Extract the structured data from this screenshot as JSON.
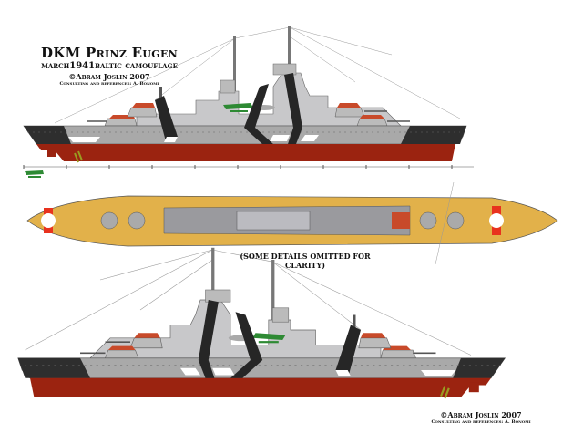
{
  "title": {
    "ship_name": "DKM Prinz Eugen",
    "scheme": "march1941baltic camouflage",
    "author": "©Abram Joslin 2007",
    "consulting": "Consulting and references: A. Bonomi"
  },
  "plan_note": "(SOME DETAILS OMITTED FOR CLARITY)",
  "bottom_credit": {
    "author": "©Abram Joslin 2007",
    "consulting": "Consulting and references: A. Bonomi"
  },
  "colors": {
    "hull_light_gray": "#a9a9a9",
    "hull_dark": "#2e2e2e",
    "antifouling_red": "#9b2310",
    "superstructure_gray": "#c8c8ca",
    "deck_tan": "#e2b14a",
    "turret_red": "#c84a2a",
    "aircraft_green": "#2e8a34"
  }
}
